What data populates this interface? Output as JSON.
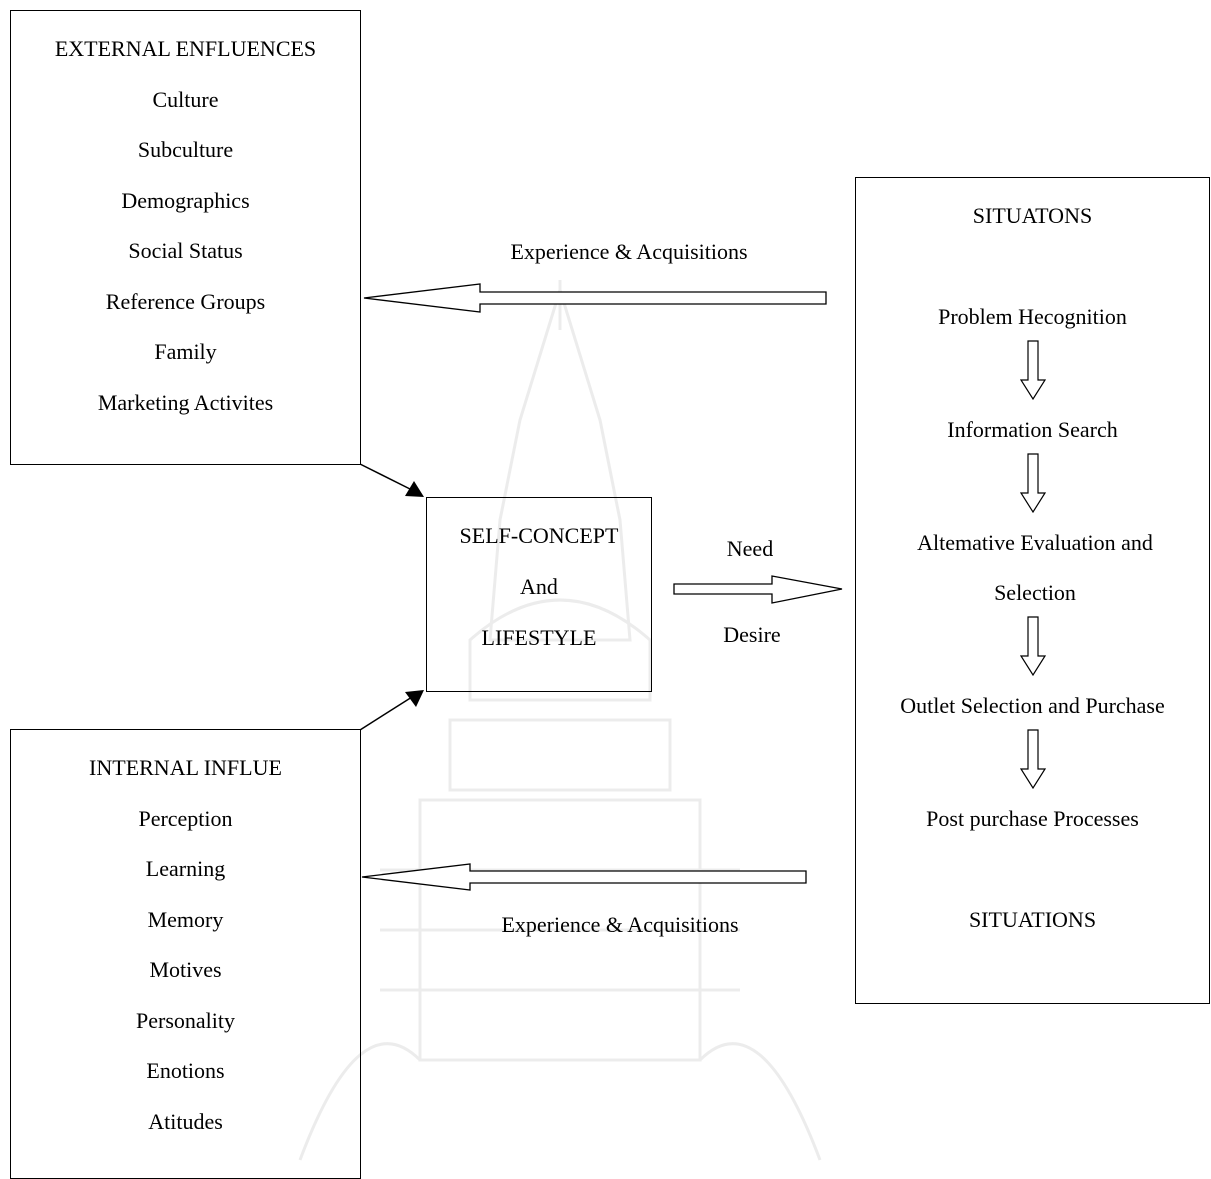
{
  "external": {
    "title": "EXTERNAL ENFLUENCES",
    "items": [
      "Culture",
      "Subculture",
      "Demographics",
      "Social Status",
      "Reference Groups",
      "Family",
      "Marketing Activites"
    ]
  },
  "internal": {
    "title": "INTERNAL INFLUE",
    "items": [
      "Perception",
      "Learning",
      "Memory",
      "Motives",
      "Personality",
      "Enotions",
      "Atitudes"
    ]
  },
  "self_concept": {
    "line1": "SELF-CONCEPT",
    "line2": "And",
    "line3": "LIFESTYLE"
  },
  "need_desire": {
    "need": "Need",
    "desire": "Desire"
  },
  "arrows": {
    "experience_top": "Experience & Acquisitions",
    "experience_bottom": "Experience & Acquisitions"
  },
  "situations": {
    "title": "SITUATONS",
    "steps": [
      "Problem Hecognition",
      "Information  Search",
      "Altemative Evaluation and",
      "Selection",
      "Outlet Selection  and  Purchase",
      "Post purchase Processes"
    ],
    "footer": "SITUATIONS"
  }
}
